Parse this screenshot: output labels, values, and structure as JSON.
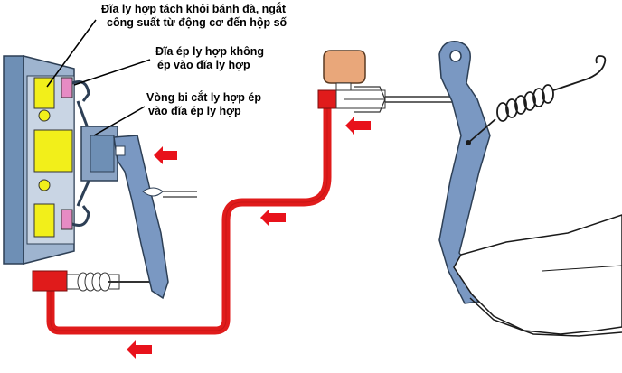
{
  "labels": {
    "clutch_disc_line1": "Đĩa ly hợp tách khỏi bánh đà, ngắt",
    "clutch_disc_line2": "công suất từ động cơ đến hộp số",
    "pressure_plate_line1": "Đĩa ép ly hợp không",
    "pressure_plate_line2": "ép vào đĩa ly hợp",
    "release_bearing_line1": "Vòng bi cắt ly hợp ép",
    "release_bearing_line2": "vào đĩa ép ly hợp"
  },
  "colors": {
    "hydraulic_line": "#e01b1b",
    "flow_arrow": "#e8121b",
    "clutch_disc": "#f2ef1a",
    "diaphragm_spring": "#e68bc4",
    "housing": "#6e8fb5",
    "reservoir_cap": "#e9a77a",
    "pedal": "#7a98c2",
    "foot": "#ffffff"
  },
  "icons": {
    "flow_arrow": "red-left-arrow-icon",
    "return_spring": "coil-spring-icon"
  }
}
